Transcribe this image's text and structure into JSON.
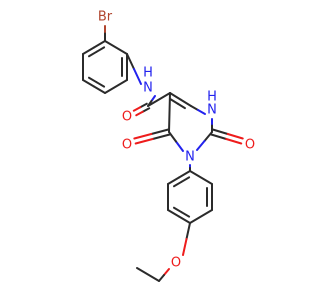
{
  "colors": {
    "background": "#ffffff",
    "carbon_bond": "#2b2b2b",
    "nitrogen": "#2222ee",
    "oxygen": "#ee1c1c",
    "bromine": "#b0452e"
  },
  "atoms": {
    "br": "Br",
    "nh_amide": "N",
    "h_amide": "H",
    "o_amide": "O",
    "h_ring": "H",
    "n_ring1": "N",
    "n_ring3": "N",
    "o_c2": "O",
    "o_c4": "O",
    "o_ether": "O"
  }
}
